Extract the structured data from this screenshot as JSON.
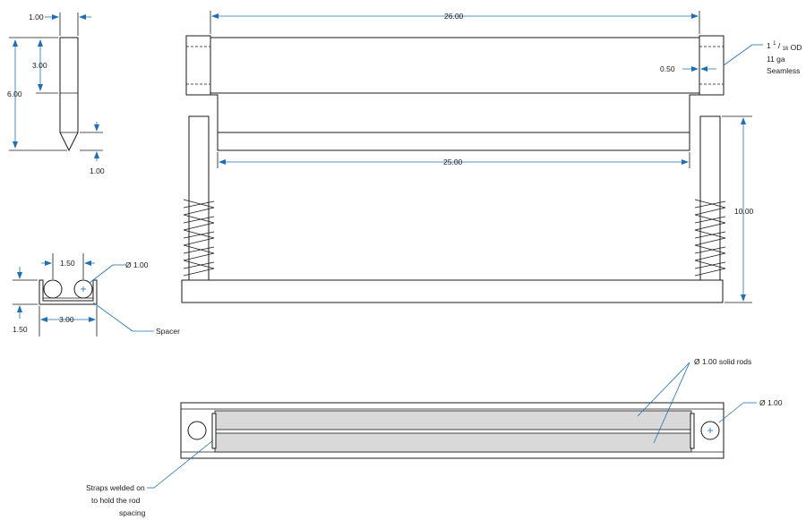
{
  "blade": {
    "width_label": "1.00",
    "slot_label": "3.00",
    "height_label": "6.00",
    "tip_label": "1.00"
  },
  "end_view": {
    "spacing_label": "1.50",
    "diameter_label": "Ø 1.00",
    "height_label": "1.50",
    "width_label": "3.00",
    "spacer_label": "Spacer"
  },
  "front_view": {
    "overall_label": "26.00",
    "inner_label": "25.00",
    "sleeve_label": "0.50",
    "height_label": "10.00",
    "tube_line1": "1",
    "tube_sup": "1",
    "tube_sub": "16",
    "tube_unit": "OD",
    "tube_line2": "11 ga",
    "tube_line3": "Seamless"
  },
  "top_view": {
    "rods_label": "Ø 1.00 solid rods",
    "hole_label": "Ø 1.00",
    "straps_line1": "Straps welded on",
    "straps_line2": "to hold the rod",
    "straps_line3": "spacing"
  }
}
